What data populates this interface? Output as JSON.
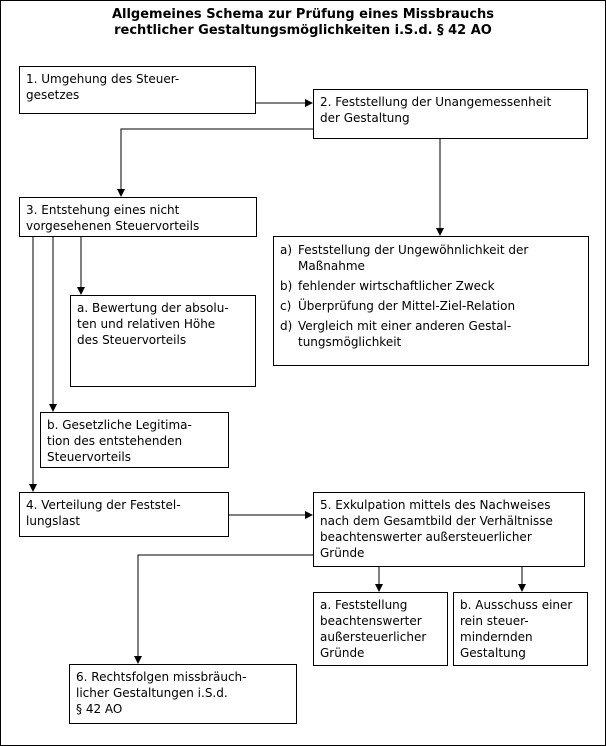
{
  "title": {
    "line1": "Allgemeines Schema zur Prüfung eines Missbrauchs",
    "line2": "rechtlicher Gestaltungsmöglichkeiten i.S.d. § 42 AO"
  },
  "nodes": {
    "n1": {
      "lines": [
        "1. Umgehung des Steuer-",
        "gesetzes"
      ]
    },
    "n2": {
      "lines": [
        "2. Feststellung der Unangemessenheit",
        "der Gestaltung"
      ]
    },
    "n2list": {
      "items": [
        {
          "marker": "a)",
          "lines": [
            "Feststellung der Ungewöhnlichkeit der",
            "Maßnahme"
          ]
        },
        {
          "marker": "b)",
          "lines": [
            "fehlender wirtschaftlicher Zweck"
          ]
        },
        {
          "marker": "c)",
          "lines": [
            "Überprüfung der Mittel-Ziel-Relation"
          ]
        },
        {
          "marker": "d)",
          "lines": [
            "Vergleich mit einer anderen Gestal-",
            "tungsmöglichkeit"
          ]
        }
      ]
    },
    "n3": {
      "lines": [
        "3. Entstehung eines nicht",
        "vorgesehenen Steuervorteils"
      ]
    },
    "n3a": {
      "lines": [
        "a. Bewertung der absolu-",
        "ten und relativen Höhe",
        "des Steuervorteils"
      ]
    },
    "n3b": {
      "lines": [
        "b. Gesetzliche Legitima-",
        "tion des entstehenden",
        "Steuervorteils"
      ]
    },
    "n4": {
      "lines": [
        "4. Verteilung der Feststel-",
        "lungslast"
      ]
    },
    "n5": {
      "lines": [
        "5. Exkulpation mittels des Nachweises",
        "nach dem Gesamtbild der Verhältnisse",
        "beachtenswerter außersteuerlicher",
        "Gründe"
      ]
    },
    "n5a": {
      "lines": [
        "a. Feststellung",
        "beachtenswerter",
        "außersteuerlicher",
        "Gründe"
      ]
    },
    "n5b": {
      "lines": [
        "b. Ausschuss einer",
        "rein steuer-",
        "mindernden",
        "Gestaltung"
      ]
    },
    "n6": {
      "lines": [
        "6. Rechtsfolgen missbräuch-",
        "licher Gestaltungen i.S.d.",
        "§ 42 AO"
      ]
    }
  }
}
